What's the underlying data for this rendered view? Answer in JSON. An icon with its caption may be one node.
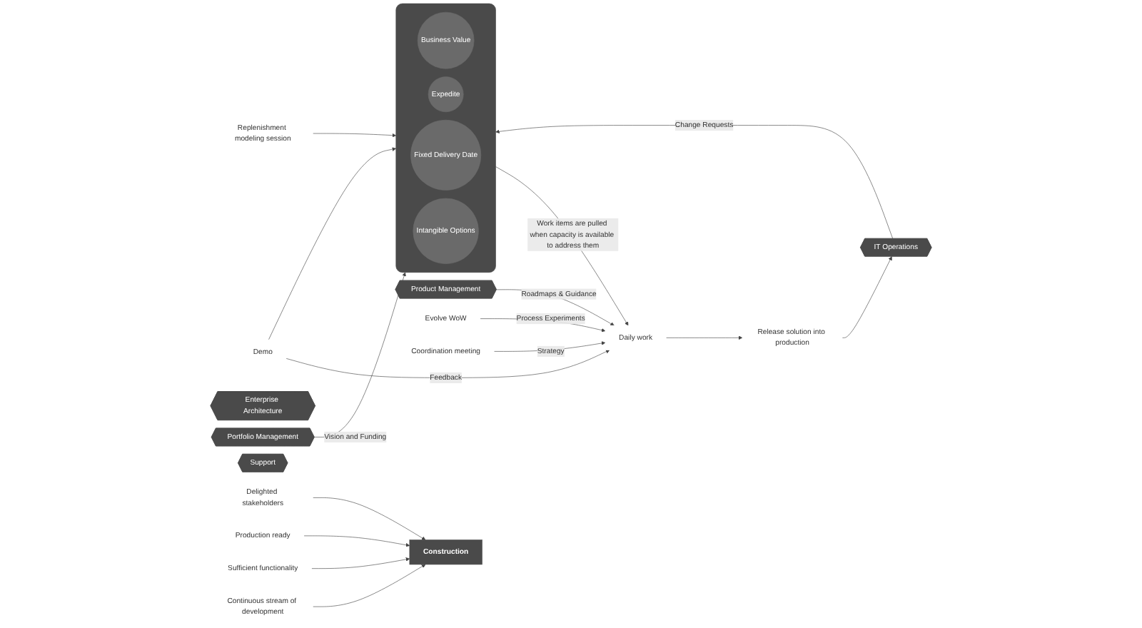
{
  "diagram": {
    "nodes": [
      {
        "text": [
          "Portfolio Management"
        ]
      },
      {
        "text": [
          "Replenishment modeling session"
        ]
      },
      {
        "text": [],
        "shape": "box"
      },
      {
        "text": [
          "Business Value"
        ],
        "in": 2
      },
      {
        "text": [
          "Expedite"
        ],
        "in": 2
      },
      {
        "text": [
          "Fixed Delivery Date"
        ],
        "in": 2
      },
      {
        "text": [
          "Intangible Options"
        ],
        "in": 2
      },
      {
        "text": [
          "Product Management"
        ]
      },
      {
        "text": [
          "Enterprise Architecture"
        ]
      },
      {
        "text": [
          "Evolve WoW"
        ]
      },
      {
        "text": [
          "Daily work"
        ]
      },
      {
        "text": [
          "Demo"
        ]
      },
      {
        "text": [
          "Coordination meeting"
        ]
      },
      {
        "text": [
          "Release solution into production"
        ]
      },
      {
        "text": [
          "IT Operations"
        ]
      },
      {
        "text": [
          "Support"
        ]
      },
      {
        "text": [
          "Construction"
        ]
      },
      {
        "text": [
          "Continuous stream of development"
        ]
      },
      {
        "text": [
          "Sufficient functionality"
        ]
      },
      {
        "text": [
          "Production ready"
        ]
      },
      {
        "text": [
          "Delighted stakeholders"
        ]
      }
    ],
    "edges": [
      {
        "from": 0,
        "to": 2,
        "arrow": "to",
        "label": "Vision and Funding"
      },
      {
        "from": 1,
        "to": 2,
        "arrow": "to"
      },
      {
        "from": 2,
        "to": 10,
        "arrow": "to",
        "label": "Work items are pulled when capacity is available to address them"
      },
      {
        "from": 7,
        "to": 10,
        "arrow": "to",
        "label": "Roadmaps & Guidance"
      },
      {
        "from": 9,
        "to": 10,
        "arrow": "to",
        "label": "Process Experiments"
      },
      {
        "from": 11,
        "to": 10,
        "arrow": "to",
        "label": "Feedback"
      },
      {
        "from": 12,
        "to": 10,
        "arrow": "to",
        "label": "Strategy"
      },
      {
        "from": 10,
        "to": 13,
        "arrow": "to"
      },
      {
        "from": 13,
        "to": 14,
        "arrow": "to"
      },
      {
        "from": 11,
        "to": 2,
        "arrow": "to"
      },
      {
        "from": 14,
        "to": 2,
        "arrow": "to",
        "label": "Change Requests"
      },
      {
        "from": 17,
        "to": 16,
        "arrow": "to"
      },
      {
        "from": 18,
        "to": 16,
        "arrow": "to"
      },
      {
        "from": 19,
        "to": 16,
        "arrow": "to"
      },
      {
        "from": 20,
        "to": 16,
        "arrow": "to"
      }
    ]
  }
}
